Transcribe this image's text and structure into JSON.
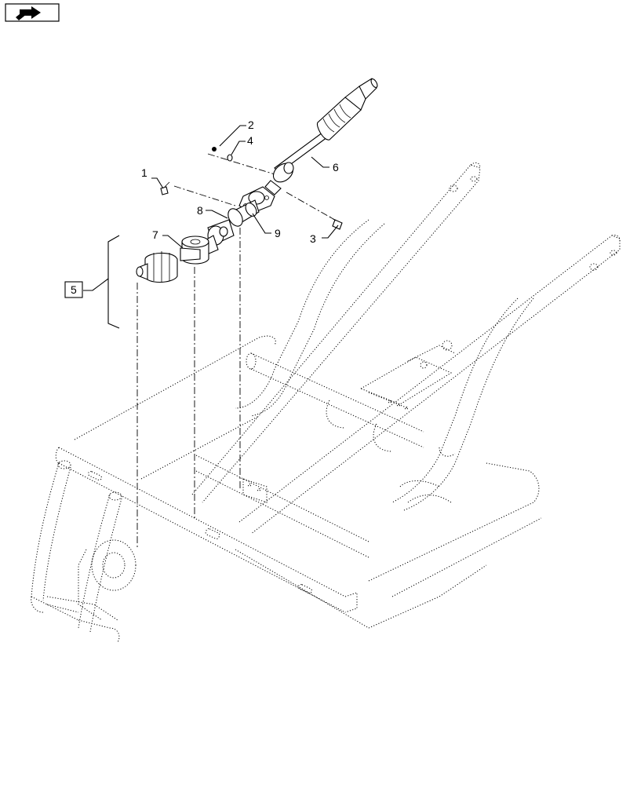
{
  "nav": {
    "icon": "forward-arrow-icon"
  },
  "callouts": [
    {
      "id": "1",
      "label": "1"
    },
    {
      "id": "2",
      "label": "2"
    },
    {
      "id": "3",
      "label": "3"
    },
    {
      "id": "4",
      "label": "4"
    },
    {
      "id": "5",
      "label": "5"
    },
    {
      "id": "6",
      "label": "6"
    },
    {
      "id": "7",
      "label": "7"
    },
    {
      "id": "8",
      "label": "8"
    },
    {
      "id": "9",
      "label": "9"
    }
  ]
}
